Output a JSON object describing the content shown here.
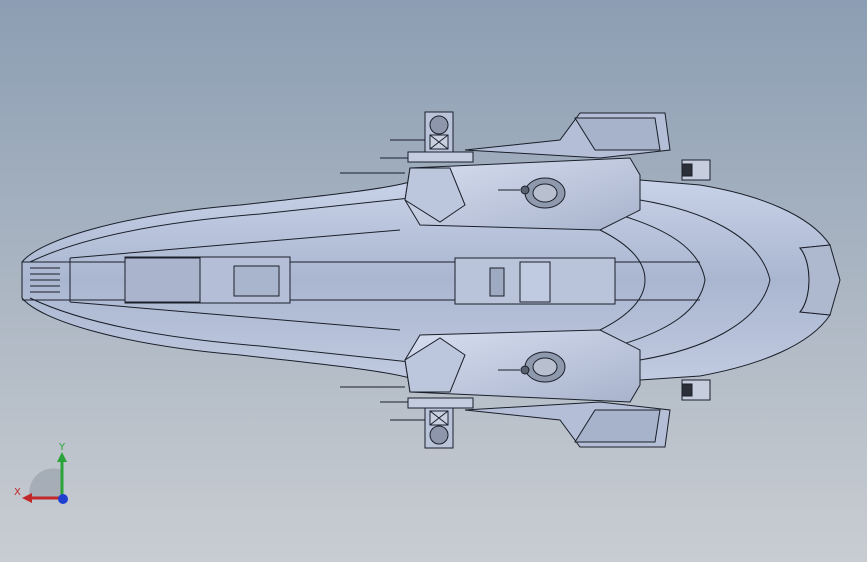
{
  "viewport": {
    "background_top": "#8c9eb3",
    "background_bottom": "#c9cdd2"
  },
  "model": {
    "view": "top",
    "body_color": "#b9c3da",
    "edge_color": "#1a1f2a"
  },
  "triad": {
    "x_label": "X",
    "y_label": "Y",
    "x_color": "#c0282a",
    "y_color": "#2aa43a",
    "z_color": "#1f3fd0"
  }
}
